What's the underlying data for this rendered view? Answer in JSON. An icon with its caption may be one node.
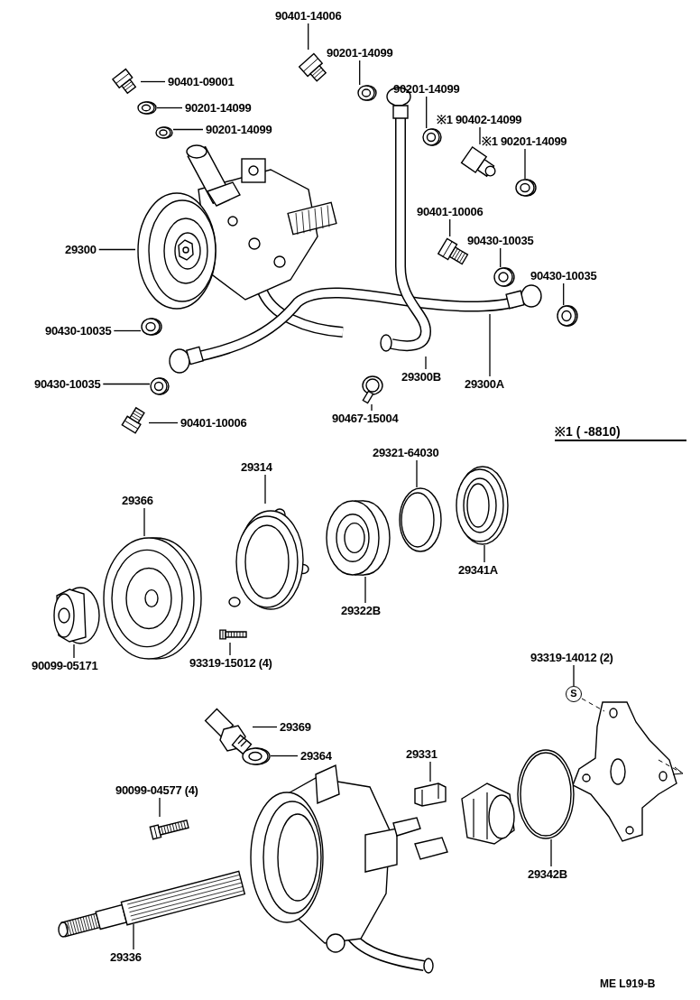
{
  "diagram": {
    "nodes": [
      {
        "text": [
          "90401-14006"
        ]
      },
      {
        "text": [],
        "shape": "picture"
      },
      {
        "text": [
          "90201-14099"
        ]
      },
      {
        "text": [],
        "shape": "picture"
      },
      {
        "text": [
          "90401-09001"
        ]
      },
      {
        "text": [],
        "shape": "picture"
      },
      {
        "text": [
          "90201-14099"
        ]
      },
      {
        "text": [],
        "shape": "picture"
      },
      {
        "text": [
          "90201-14099"
        ]
      },
      {
        "text": [],
        "shape": "picture"
      },
      {
        "text": [
          "90201-14099"
        ]
      },
      {
        "text": [],
        "shape": "picture"
      },
      {
        "text": [
          "※1 90402-14099"
        ]
      },
      {
        "text": [],
        "shape": "picture"
      },
      {
        "text": [
          "※1 90201-14099"
        ]
      },
      {
        "text": [],
        "shape": "picture"
      },
      {
        "text": [
          "90401-10006"
        ]
      },
      {
        "text": [],
        "shape": "picture"
      },
      {
        "text": [
          "90430-10035"
        ]
      },
      {
        "text": [],
        "shape": "picture"
      },
      {
        "text": [
          "90430-10035"
        ]
      },
      {
        "text": [],
        "shape": "picture"
      },
      {
        "text": [
          "29300"
        ]
      },
      {
        "text": [],
        "shape": "picture"
      },
      {
        "text": [
          "29300A"
        ]
      },
      {
        "text": [],
        "shape": "picture"
      },
      {
        "text": [
          "29300B"
        ]
      },
      {
        "text": [],
        "shape": "picture"
      },
      {
        "text": [
          "90467-15004"
        ]
      },
      {
        "text": [],
        "shape": "picture"
      },
      {
        "text": [
          "90430-10035"
        ]
      },
      {
        "text": [],
        "shape": "picture"
      },
      {
        "text": [
          "90430-10035"
        ]
      },
      {
        "text": [],
        "shape": "picture"
      },
      {
        "text": [
          "90401-10006"
        ]
      },
      {
        "text": [],
        "shape": "picture"
      },
      {
        "text": [
          "29366"
        ]
      },
      {
        "text": [],
        "shape": "picture"
      },
      {
        "text": [
          "29314"
        ]
      },
      {
        "text": [],
        "shape": "picture"
      },
      {
        "text": [
          "29321-64030"
        ]
      },
      {
        "text": [],
        "shape": "picture"
      },
      {
        "text": [
          "29341A"
        ]
      },
      {
        "text": [],
        "shape": "picture"
      },
      {
        "text": [
          "29322B"
        ]
      },
      {
        "text": [],
        "shape": "picture"
      },
      {
        "text": [
          "90099-05171"
        ]
      },
      {
        "text": [],
        "shape": "picture"
      },
      {
        "text": [
          "93319-15012 (4)"
        ]
      },
      {
        "text": [],
        "shape": "picture"
      },
      {
        "text": [
          "93319-14012 (2)"
        ]
      },
      {
        "text": [
          "S"
        ]
      },
      {
        "text": [
          "29369"
        ]
      },
      {
        "text": [],
        "shape": "picture"
      },
      {
        "text": [
          "29364"
        ]
      },
      {
        "text": [],
        "shape": "picture"
      },
      {
        "text": [
          "29331"
        ]
      },
      {
        "text": [],
        "shape": "picture"
      },
      {
        "text": [
          "90099-04577 (4)"
        ]
      },
      {
        "text": [],
        "shape": "picture"
      },
      {
        "text": [
          "29342B"
        ]
      },
      {
        "text": [],
        "shape": "picture"
      },
      {
        "text": [
          "29336"
        ]
      },
      {
        "text": [],
        "shape": "picture"
      }
    ],
    "edges": [
      {
        "from": 0,
        "to": 1,
        "arrow": "none"
      },
      {
        "from": 2,
        "to": 3,
        "arrow": "none"
      },
      {
        "from": 4,
        "to": 5,
        "arrow": "none"
      },
      {
        "from": 6,
        "to": 7,
        "arrow": "none"
      },
      {
        "from": 8,
        "to": 9,
        "arrow": "none"
      },
      {
        "from": 10,
        "to": 11,
        "arrow": "none"
      },
      {
        "from": 12,
        "to": 13,
        "arrow": "none"
      },
      {
        "from": 14,
        "to": 15,
        "arrow": "none"
      },
      {
        "from": 16,
        "to": 17,
        "arrow": "none"
      },
      {
        "from": 18,
        "to": 19,
        "arrow": "none"
      },
      {
        "from": 20,
        "to": 21,
        "arrow": "none"
      },
      {
        "from": 22,
        "to": 23,
        "arrow": "none"
      },
      {
        "from": 24,
        "to": 25,
        "arrow": "none"
      },
      {
        "from": 26,
        "to": 27,
        "arrow": "none"
      },
      {
        "from": 28,
        "to": 29,
        "arrow": "none"
      },
      {
        "from": 30,
        "to": 31,
        "arrow": "none"
      },
      {
        "from": 32,
        "to": 33,
        "arrow": "none"
      },
      {
        "from": 34,
        "to": 35,
        "arrow": "none"
      },
      {
        "from": 36,
        "to": 37,
        "arrow": "none"
      },
      {
        "from": 38,
        "to": 39,
        "arrow": "none"
      },
      {
        "from": 40,
        "to": 41,
        "arrow": "none"
      },
      {
        "from": 42,
        "to": 43,
        "arrow": "none"
      },
      {
        "from": 44,
        "to": 45,
        "arrow": "none"
      },
      {
        "from": 46,
        "to": 47,
        "arrow": "none"
      },
      {
        "from": 48,
        "to": 49,
        "arrow": "none"
      },
      {
        "from": 50,
        "to": 51,
        "arrow": "none"
      },
      {
        "from": 52,
        "to": 53,
        "arrow": "none"
      },
      {
        "from": 54,
        "to": 55,
        "arrow": "none"
      },
      {
        "from": 56,
        "to": 57,
        "arrow": "none"
      },
      {
        "from": 58,
        "to": 59,
        "arrow": "none"
      },
      {
        "from": 60,
        "to": 61,
        "arrow": "none"
      },
      {
        "from": 62,
        "to": 63,
        "arrow": "none"
      }
    ],
    "labels": [
      "※1 ( -8810)",
      "ME L919-B"
    ]
  }
}
